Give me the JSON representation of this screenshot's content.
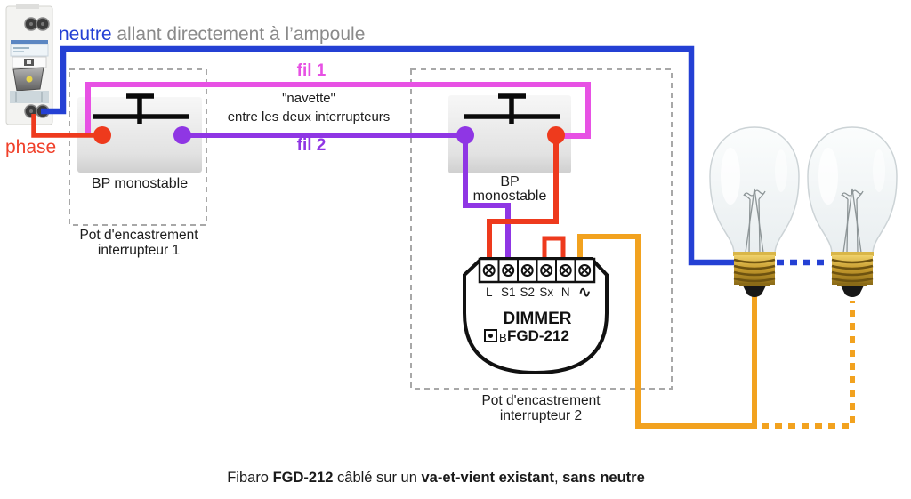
{
  "title": {
    "highlight": "neutre",
    "rest": " allant directement à l’ampoule"
  },
  "labels": {
    "fil1": "fil 1",
    "fil2": "fil 2",
    "phase": "phase",
    "navette_line1": "\"navette\"",
    "navette_line2": "entre les deux interrupteurs",
    "switch1": "BP monostable",
    "switch2_line1": "BP",
    "switch2_line2": "monostable",
    "pot1_line1": "Pot d'encastrement",
    "pot1_line2": "interrupteur 1",
    "pot2_line1": "Pot d'encastrement",
    "pot2_line2": "interrupteur 2"
  },
  "dimmer": {
    "name": "DIMMER",
    "model": "FGD-212",
    "button_label": "B",
    "terminals": [
      "L",
      "S1",
      "S2",
      "Sx",
      "N",
      "∿"
    ]
  },
  "caption": {
    "part1": "Fibaro ",
    "bold1": "FGD-212",
    "part2": " câblé sur un ",
    "bold2": "va-et-vient existant",
    "part3": ", ",
    "bold3": "sans neutre"
  },
  "colors": {
    "neutre": "#2440d4",
    "phase": "#ee3a1d",
    "fil1": "#e751e4",
    "fil2": "#8f36e4",
    "load": "#f2a21f",
    "dashed_box": "#a8a8a8"
  }
}
